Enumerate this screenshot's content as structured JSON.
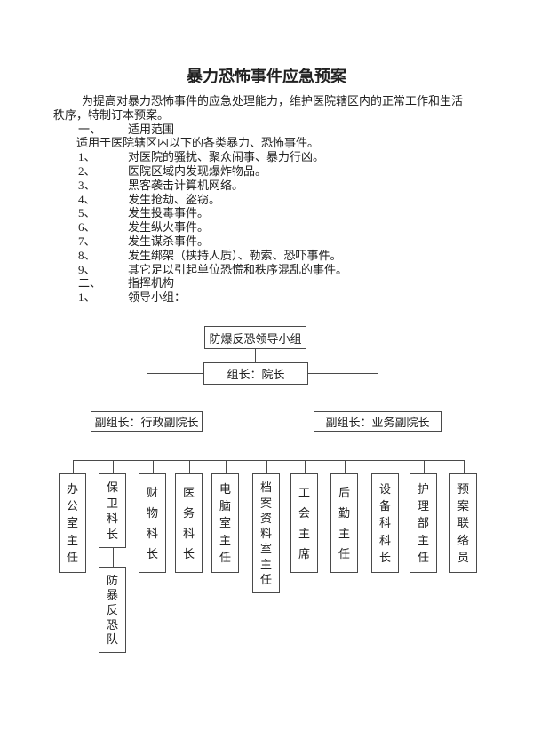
{
  "document": {
    "title": "暴力恐怖事件应急预案",
    "lines": [
      {
        "type": "indent-first",
        "text": "为提高对暴力恐怖事件的应急处理能力，维护医院辖区内的正常工作和生活"
      },
      {
        "type": "flush",
        "text": "秩序，特制订本预案。"
      },
      {
        "type": "numbered",
        "num": "一、",
        "text": "适用范围"
      },
      {
        "type": "indent2",
        "text": "适用于医院辖区内以下的各类暴力、恐怖事件。"
      },
      {
        "type": "numbered",
        "num": "1、",
        "text": "对医院的骚扰、聚众闹事、暴力行凶。"
      },
      {
        "type": "numbered",
        "num": "2、",
        "text": "医院区域内发现爆炸物品。"
      },
      {
        "type": "numbered",
        "num": "3、",
        "text": "黑客袭击计算机网络。"
      },
      {
        "type": "numbered",
        "num": "4、",
        "text": "发生抢劫、盗窃。"
      },
      {
        "type": "numbered",
        "num": "5、",
        "text": "发生投毒事件。"
      },
      {
        "type": "numbered",
        "num": "6、",
        "text": "发生纵火事件。"
      },
      {
        "type": "numbered",
        "num": "7、",
        "text": "发生谋杀事件。"
      },
      {
        "type": "numbered",
        "num": "8、",
        "text": "发生绑架（挟持人质）、勒索、恐吓事件。"
      },
      {
        "type": "numbered",
        "num": "9、",
        "text": "其它足以引起单位恐慌和秩序混乱的事件。"
      },
      {
        "type": "numbered",
        "num": "二、",
        "text": "指挥机构"
      },
      {
        "type": "numbered",
        "num": "1、",
        "text": "领导小组："
      }
    ]
  },
  "chart": {
    "root": "防爆反恐领导小组",
    "leader": "组长：院长",
    "deputies": [
      {
        "label": "副组长：行政副院长"
      },
      {
        "label": "副组长：业务副院长"
      }
    ],
    "children": [
      {
        "label": "办公室主任"
      },
      {
        "label": "保卫科长"
      },
      {
        "label": "财物科长"
      },
      {
        "label": "医务科长"
      },
      {
        "label": "电脑室主任"
      },
      {
        "label": "档案资料室主任"
      },
      {
        "label": "工会主席"
      },
      {
        "label": "后勤主任"
      },
      {
        "label": "设备科科长"
      },
      {
        "label": "护理部主任"
      },
      {
        "label": "预案联络员"
      }
    ],
    "sub": {
      "label": "防暴反恐队"
    },
    "line_color": "#4a4a4a"
  }
}
